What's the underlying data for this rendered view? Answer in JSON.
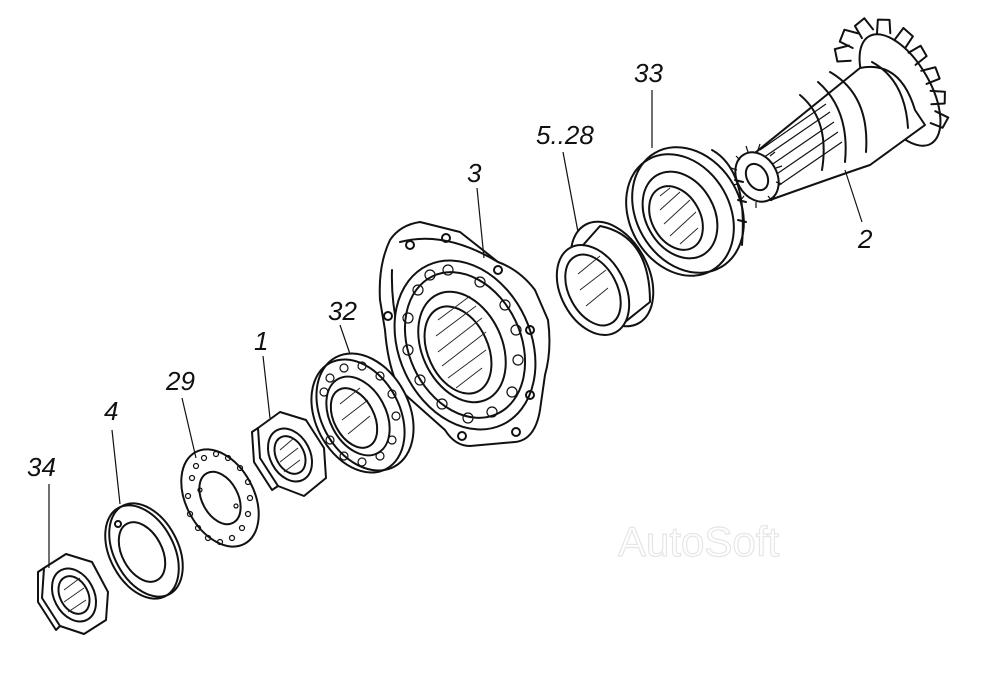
{
  "labels": {
    "p34": "34",
    "p4": "4",
    "p29": "29",
    "p1": "1",
    "p32": "32",
    "p3": "3",
    "p5_28": "5..28",
    "p33": "33",
    "p2": "2"
  },
  "watermark": "AutoSoft"
}
